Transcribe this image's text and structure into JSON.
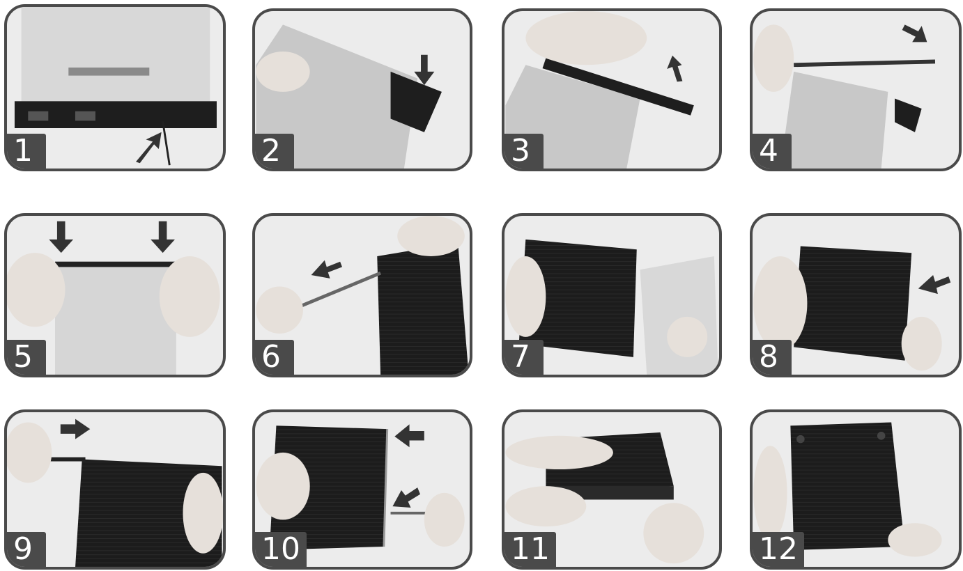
{
  "steps": [
    {
      "number": "1",
      "arrow_icon": "arrow-up-right-icon"
    },
    {
      "number": "2",
      "arrow_icon": "arrow-down-icon"
    },
    {
      "number": "3",
      "arrow_icon": "arrow-up-icon"
    },
    {
      "number": "4",
      "arrow_icon": "arrow-down-right-icon"
    },
    {
      "number": "5",
      "arrow_icon": "arrow-down-icon"
    },
    {
      "number": "6",
      "arrow_icon": "arrow-left-icon"
    },
    {
      "number": "7",
      "arrow_icon": ""
    },
    {
      "number": "8",
      "arrow_icon": "arrow-left-icon"
    },
    {
      "number": "9",
      "arrow_icon": "arrow-right-icon"
    },
    {
      "number": "10",
      "arrow_icon": "arrow-left-icon"
    },
    {
      "number": "11",
      "arrow_icon": ""
    },
    {
      "number": "12",
      "arrow_icon": ""
    }
  ],
  "colors": {
    "frame": "#4a4a4a",
    "badge_text": "#ffffff",
    "arrow": "#333333",
    "enclosure": "#1c1c1c",
    "drive": "#cfcfcf",
    "hand": "#e6e0da"
  }
}
